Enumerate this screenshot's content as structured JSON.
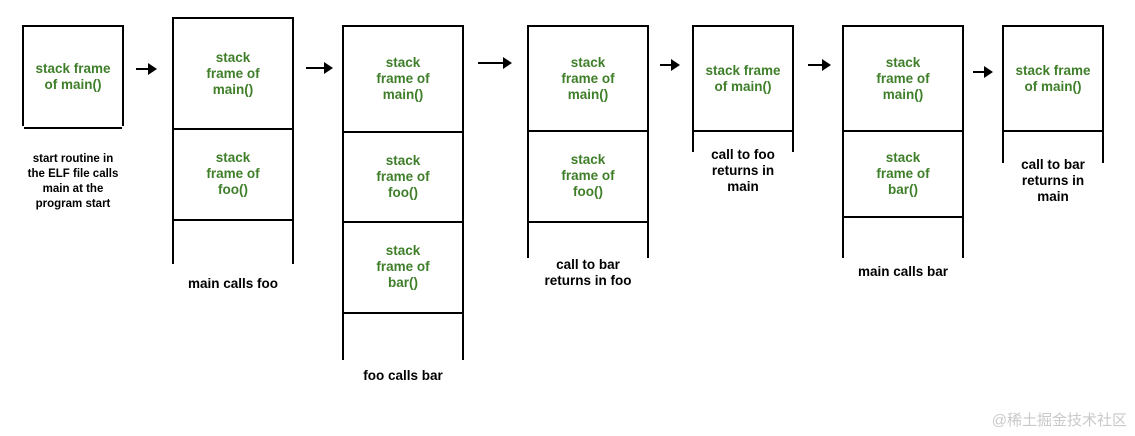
{
  "stages": [
    {
      "frames": [
        "stack frame\nof main()"
      ],
      "caption": "start routine in\nthe ELF file calls\nmain at the\nprogram start"
    },
    {
      "frames": [
        "stack\nframe of\nmain()",
        "stack\nframe of\nfoo()"
      ],
      "caption": "main calls foo"
    },
    {
      "frames": [
        "stack\nframe of\nmain()",
        "stack\nframe of\nfoo()",
        "stack\nframe of\nbar()"
      ],
      "caption": "foo calls bar"
    },
    {
      "frames": [
        "stack\nframe of\nmain()",
        "stack\nframe of\nfoo()"
      ],
      "caption": "call to bar\nreturns in foo"
    },
    {
      "frames": [
        "stack frame\nof main()"
      ],
      "caption": "call to foo\nreturns in\nmain"
    },
    {
      "frames": [
        "stack\nframe of\nmain()",
        "stack\nframe of\nbar()"
      ],
      "caption": "main calls bar"
    },
    {
      "frames": [
        "stack frame\nof main()"
      ],
      "caption": "call to bar\nreturns in\nmain"
    }
  ],
  "watermark": "@稀土掘金技术社区"
}
